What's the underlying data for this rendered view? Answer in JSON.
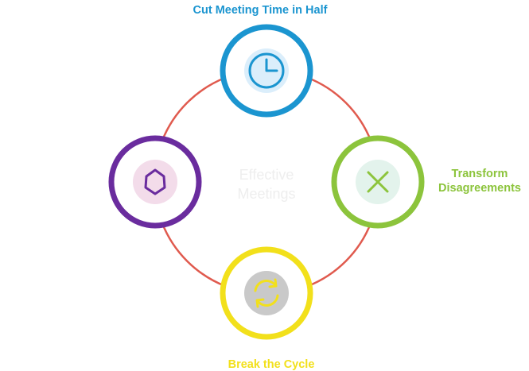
{
  "center": {
    "label_line1": "Effective",
    "label_line2": "Meetings"
  },
  "nodes": {
    "top": {
      "label": "Cut Meeting Time in Half",
      "icon": "clock-icon",
      "color": "#1b95d0",
      "icon_bg": "#dbeefb"
    },
    "right": {
      "label_line1": "Transform",
      "label_line2": "Disagreements",
      "icon": "close-x-icon",
      "color": "#8cc43c",
      "icon_bg": "#e3f3ec"
    },
    "bottom": {
      "label": "Break the Cycle",
      "icon": "refresh-cycle-icon",
      "color": "#f2e01b",
      "icon_bg": "#c9c9c9"
    },
    "left": {
      "label": "",
      "icon": "shield-badge-icon",
      "color": "#6a2c9e",
      "icon_bg": "#f3dcea"
    }
  },
  "ring_color": "#e05a4e"
}
